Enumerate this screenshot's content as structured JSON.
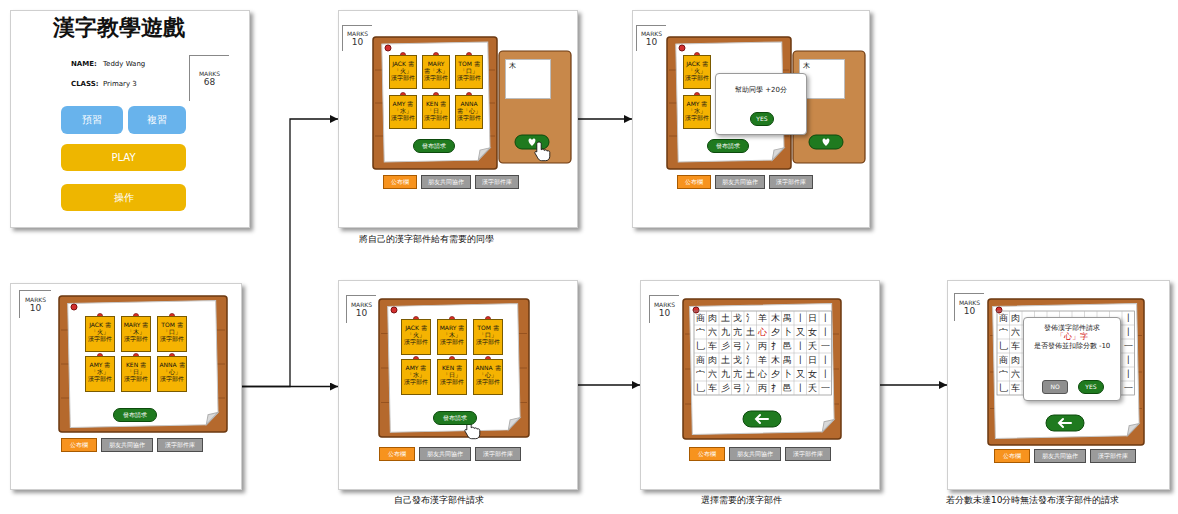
{
  "diagram": {
    "nodes": [
      {
        "text": [
          "漢字教學遊戲",
          "NAME:",
          "Teddy Wang",
          "CLASS:",
          "Primary 3"
        ]
      },
      {
        "text": [
          "MARKS",
          "68"
        ],
        "in": 0
      },
      {
        "text": [
          "預習"
        ],
        "in": 0
      },
      {
        "text": [
          "複習"
        ],
        "in": 0
      },
      {
        "text": [
          "PLAY"
        ],
        "in": 0
      },
      {
        "text": [
          "操作"
        ],
        "in": 0
      },
      {
        "text": [
          "將自己的漢字部件給有需要的同學"
        ]
      },
      {
        "text": [
          "MARKS",
          "10"
        ],
        "in": 6
      },
      {
        "text": [
          "JACK 需「火」 漢字部件"
        ],
        "in": 6
      },
      {
        "text": [
          "MARY 需「木」 漢字部件"
        ],
        "in": 6
      },
      {
        "text": [
          "TOM 需「口」 漢字部件"
        ],
        "in": 6
      },
      {
        "text": [
          "AMY 需「水」 漢字部件"
        ],
        "in": 6
      },
      {
        "text": [
          "KEN 需「日」 漢字部件"
        ],
        "in": 6
      },
      {
        "text": [
          "ANNA 需「心」 漢字部件"
        ],
        "in": 6
      },
      {
        "text": [
          "發布請求"
        ],
        "in": 6
      },
      {
        "text": [
          "木"
        ],
        "in": 6
      },
      {
        "text": [
          "公布欄"
        ],
        "in": 6
      },
      {
        "text": [
          "朋友共同協作"
        ],
        "in": 6
      },
      {
        "text": [
          "漢字部件庫"
        ],
        "in": 6
      },
      {
        "text": []
      },
      {
        "text": [
          "MARKS",
          "10"
        ],
        "in": 19
      },
      {
        "text": [
          "JACK 需「火」 漢字部件"
        ],
        "in": 19
      },
      {
        "text": [
          "AMY 需「水」 漢字部件"
        ],
        "in": 19
      },
      {
        "text": [
          "幫助同學 +20分"
        ],
        "in": 19
      },
      {
        "text": [
          "YES"
        ],
        "in": 23
      },
      {
        "text": [
          "發布請求"
        ],
        "in": 19
      },
      {
        "text": [
          "木"
        ],
        "in": 19
      },
      {
        "text": [
          "公布欄"
        ],
        "in": 19
      },
      {
        "text": [
          "朋友共同協作"
        ],
        "in": 19
      },
      {
        "text": [
          "漢字部件庫"
        ],
        "in": 19
      },
      {
        "text": []
      },
      {
        "text": [
          "MARKS",
          "10"
        ],
        "in": 30
      },
      {
        "text": [
          "JACK 需「火」 漢字部件"
        ],
        "in": 30
      },
      {
        "text": [
          "MARY 需「木」 漢字部件"
        ],
        "in": 30
      },
      {
        "text": [
          "TOM 需「口」 漢字部件"
        ],
        "in": 30
      },
      {
        "text": [
          "AMY 需「水」 漢字部件"
        ],
        "in": 30
      },
      {
        "text": [
          "KEN 需「日」 漢字部件"
        ],
        "in": 30
      },
      {
        "text": [
          "ANNA 需「心」 漢字部件"
        ],
        "in": 30
      },
      {
        "text": [
          "發布請求"
        ],
        "in": 30
      },
      {
        "text": [
          "公布欄"
        ],
        "in": 30
      },
      {
        "text": [
          "朋友共同協作"
        ],
        "in": 30
      },
      {
        "text": [
          "漢字部件庫"
        ],
        "in": 30
      },
      {
        "text": [
          "自己發布漢字部件請求"
        ]
      },
      {
        "text": [
          "MARKS",
          "10"
        ],
        "in": 42
      },
      {
        "text": [
          "JACK 需「火」 漢字部件"
        ],
        "in": 42
      },
      {
        "text": [
          "MARY 需「木」 漢字部件"
        ],
        "in": 42
      },
      {
        "text": [
          "TOM 需「口」 漢字部件"
        ],
        "in": 42
      },
      {
        "text": [
          "AMY 需「水」 漢字部件"
        ],
        "in": 42
      },
      {
        "text": [
          "KEN 需「日」 漢字部件"
        ],
        "in": 42
      },
      {
        "text": [
          "ANNA 需「心」 漢字部件"
        ],
        "in": 42
      },
      {
        "text": [
          "發布請求"
        ],
        "in": 42
      },
      {
        "text": [
          "公布欄"
        ],
        "in": 42
      },
      {
        "text": [
          "朋友共同協作"
        ],
        "in": 42
      },
      {
        "text": [
          "漢字部件庫"
        ],
        "in": 42
      },
      {
        "text": [
          "選擇需要的漢字部件"
        ]
      },
      {
        "text": [
          "MARKS",
          "10"
        ],
        "in": 54
      },
      {
        "text": [
          "公布欄"
        ],
        "in": 54
      },
      {
        "text": [
          "朋友共同協作"
        ],
        "in": 54
      },
      {
        "text": [
          "漢字部件庫"
        ],
        "in": 54
      },
      {
        "text": [
          "若分數未達10分時無法發布漢字部件的請求"
        ]
      },
      {
        "text": [
          "MARKS",
          "10"
        ],
        "in": 59
      },
      {
        "text": [
          "發佈漢字部件請求",
          "「心」字",
          "是否發佈並扣除分數 -10"
        ],
        "in": 59
      },
      {
        "text": [
          "NO"
        ],
        "in": 61
      },
      {
        "text": [
          "YES"
        ],
        "in": 61
      },
      {
        "text": [
          "公布欄"
        ],
        "in": 59
      },
      {
        "text": [
          "朋友共同協作"
        ],
        "in": 59
      },
      {
        "text": [
          "漢字部件庫"
        ],
        "in": 59
      }
    ],
    "edges": [
      {
        "from": 30,
        "to": 6,
        "arrow": "to"
      },
      {
        "from": 30,
        "to": 42,
        "arrow": "to"
      },
      {
        "from": 6,
        "to": 19,
        "arrow": "to"
      },
      {
        "from": 42,
        "to": 54,
        "arrow": "to"
      },
      {
        "from": 54,
        "to": 59,
        "arrow": "to"
      }
    ],
    "labels": [
      "商",
      "肉",
      "土",
      "戈",
      "氵",
      "羊",
      "木",
      "禺",
      "丨",
      "日",
      "丨",
      "宀",
      "六",
      "九",
      "亢",
      "土",
      "心",
      "夕",
      "卜",
      "又",
      "女",
      "丨",
      "乚",
      "车",
      "彡",
      "弓",
      "冫",
      "丙",
      "扌",
      "邑",
      "丨",
      "夭",
      "一",
      "商",
      "肉",
      "土",
      "戈",
      "氵",
      "羊",
      "木",
      "禺",
      "丨",
      "日",
      "丨",
      "宀",
      "六",
      "九",
      "亢",
      "土",
      "心",
      "夕",
      "卜",
      "又",
      "女",
      "丨",
      "乚",
      "车",
      "彡",
      "弓",
      "冫",
      "丙",
      "扌",
      "邑",
      "丨",
      "夭",
      "一",
      "商",
      "肉",
      "丨",
      "宀",
      "六",
      "丨",
      "乚",
      "车",
      "一",
      "商",
      "肉",
      "丨",
      "宀",
      "六",
      "丨",
      "乚",
      "车",
      "一"
    ]
  }
}
